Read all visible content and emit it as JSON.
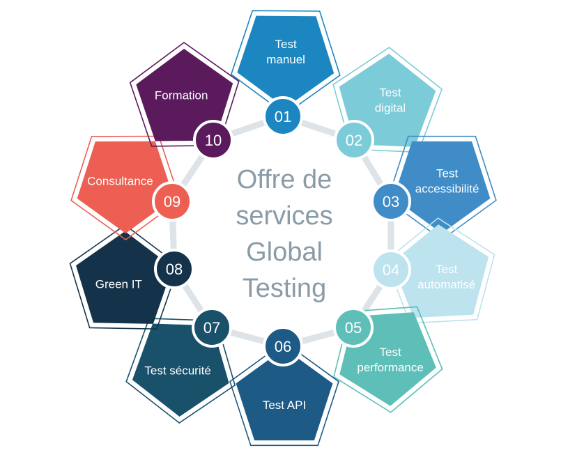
{
  "center_title": [
    "Offre de",
    "services",
    "Global",
    "Testing"
  ],
  "services": [
    {
      "number": "01",
      "lines": [
        "Test",
        "manuel"
      ],
      "color": "#1b86c0"
    },
    {
      "number": "02",
      "lines": [
        "Test",
        "digital"
      ],
      "color": "#7ccbd8"
    },
    {
      "number": "03",
      "lines": [
        "Test",
        "accessibilité"
      ],
      "color": "#3f8cc6"
    },
    {
      "number": "04",
      "lines": [
        "Test",
        "automatisé"
      ],
      "color": "#bde3ee"
    },
    {
      "number": "05",
      "lines": [
        "Test",
        "performance"
      ],
      "color": "#5dbfb8"
    },
    {
      "number": "06",
      "lines": [
        "Test API"
      ],
      "color": "#1d5a86"
    },
    {
      "number": "07",
      "lines": [
        "Test sécurité"
      ],
      "color": "#19506a"
    },
    {
      "number": "08",
      "lines": [
        "Green IT"
      ],
      "color": "#14334a"
    },
    {
      "number": "09",
      "lines": [
        "Consultance"
      ],
      "color": "#ec5f52"
    },
    {
      "number": "10",
      "lines": [
        "Formation"
      ],
      "color": "#5a1a5c"
    }
  ],
  "ring_color": "#dde3e6"
}
